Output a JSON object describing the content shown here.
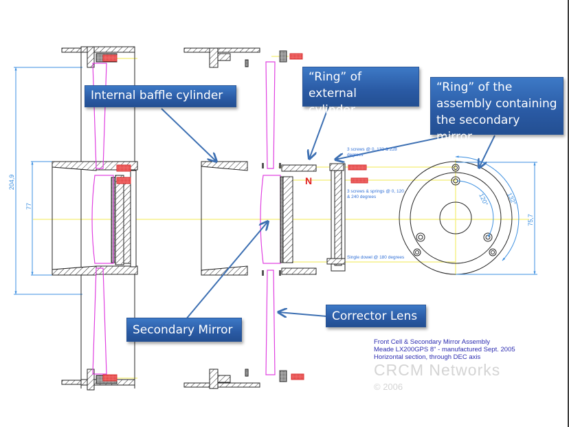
{
  "callouts": {
    "internal_baffle": "Internal baffle cylinder",
    "ring_external_line1": "“Ring” of external",
    "ring_external_line2": "cylinder",
    "ring_assembly_line1": "“Ring” of the",
    "ring_assembly_line2": "assembly containing",
    "ring_assembly_line3": "the secondary mirror",
    "secondary_mirror": "Secondary Mirror",
    "corrector_lens": "Corrector Lens"
  },
  "notes": {
    "screws_line1": "3 screws @ 0, 132 & 228",
    "screws_line2": "degrees",
    "springs_line1": "3 screws & springs @ 0, 120",
    "springs_line2": "& 240 degrees",
    "dowel": "Single dowel @ 180 degrees"
  },
  "dimensions": {
    "outer_height": "204,9",
    "inner_height": "77",
    "ring_diameter": "75,7",
    "angle_outer": "132°",
    "angle_inner": "120°"
  },
  "caption": {
    "line1": "Front Cell & Secondary Mirror Assembly",
    "line2": "Meade LX200GPS 8\" - manufactured Sept. 2005",
    "line3": "Horizontal section, through DEC axis"
  },
  "watermark": {
    "brand": "CRCM Networks",
    "copyright": "© 2006"
  },
  "colors": {
    "callout_blue": "#2f62ad",
    "lens_magenta": "#e040e0",
    "axis_yellow": "#f4ef7a",
    "dimension_blue": "#3a8ee0",
    "screw_red": "#f04848",
    "caption_blue": "#2b2bb0",
    "watermark_gray": "#d4d4d4"
  }
}
